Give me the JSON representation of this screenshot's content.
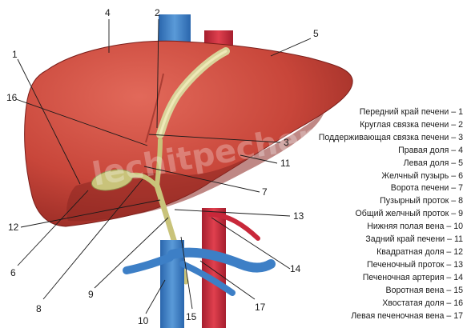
{
  "callouts": [
    "1",
    "2",
    "3",
    "4",
    "5",
    "6",
    "7",
    "8",
    "9",
    "10",
    "11",
    "12",
    "13",
    "14",
    "15",
    "16",
    "17"
  ],
  "legend": [
    "Передний край печени – 1",
    "Круглая связка печени – 2",
    "Поддерживающая связка печени – 3",
    "Правая доля – 4",
    "Левая доля – 5",
    "Желчный пузырь – 6",
    "Ворота печени – 7",
    "Пузырный проток – 8",
    "Общий желчный проток – 9",
    "Нижняя полая вена – 10",
    "Задний край печени – 11",
    "Квадратная доля – 12",
    "Печеночный проток – 13",
    "Печеночная артерия – 14",
    "Воротная вена – 15",
    "Хвостатая доля – 16",
    "Левая печеночная вена – 17"
  ],
  "watermark": "lechitpechen.ru",
  "colors": {
    "liver": "#c8463a",
    "vein": "#3d7fc6",
    "artery": "#c8283a",
    "bile": "#c9c37a"
  }
}
